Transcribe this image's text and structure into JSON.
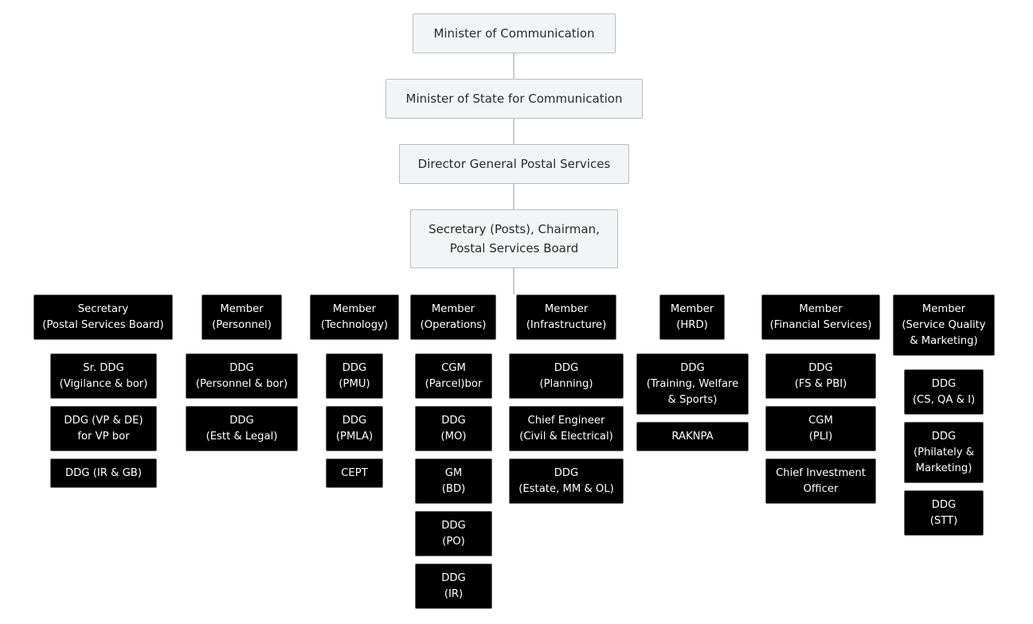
{
  "chain": [
    {
      "id": "minister",
      "label": "Minister of Communication"
    },
    {
      "id": "mos",
      "label": "Minister of State for Communication"
    },
    {
      "id": "dg",
      "label": "Director General Postal Services"
    },
    {
      "id": "secretary",
      "label": "Secretary (Posts), Chairman,\nPostal Services Board"
    }
  ],
  "columns": [
    {
      "head": "Secretary\n(Postal Services Board)",
      "items": [
        "Sr. DDG\n(Vigilance & bor)",
        "DDG (VP & DE)\nfor VP bor",
        "DDG (IR & GB)"
      ]
    },
    {
      "head": "Member\n(Personnel)",
      "items": [
        "DDG\n(Personnel & bor)",
        "DDG\n(Estt & Legal)"
      ]
    },
    {
      "head": "Member\n(Technology)",
      "items": [
        "DDG\n(PMU)",
        "DDG\n(PMLA)",
        "CEPT"
      ]
    },
    {
      "head": "Member\n(Operations)",
      "items": [
        "CGM\n(Parcel)bor",
        "DDG\n(MO)",
        "GM\n(BD)",
        "DDG\n(PO)",
        "DDG\n(IR)"
      ]
    },
    {
      "head": "Member\n(Infrastructure)",
      "items": [
        "DDG\n(Planning)",
        "Chief Engineer\n(Civil & Electrical)",
        "DDG\n(Estate, MM & OL)"
      ]
    },
    {
      "head": "Member\n(HRD)",
      "items": [
        "DDG\n(Training, Welfare\n& Sports)",
        "RAKNPA"
      ]
    },
    {
      "head": "Member\n(Financial Services)",
      "items": [
        "DDG\n(FS & PBI)",
        "CGM\n(PLI)",
        "Chief Investment\nOfficer"
      ]
    },
    {
      "head": "Member\n(Service Quality\n& Marketing)",
      "items": [
        "DDG\n(CS, QA & I)",
        "DDG\n(Philately &\nMarketing)",
        "DDG\n(STT)"
      ]
    }
  ]
}
